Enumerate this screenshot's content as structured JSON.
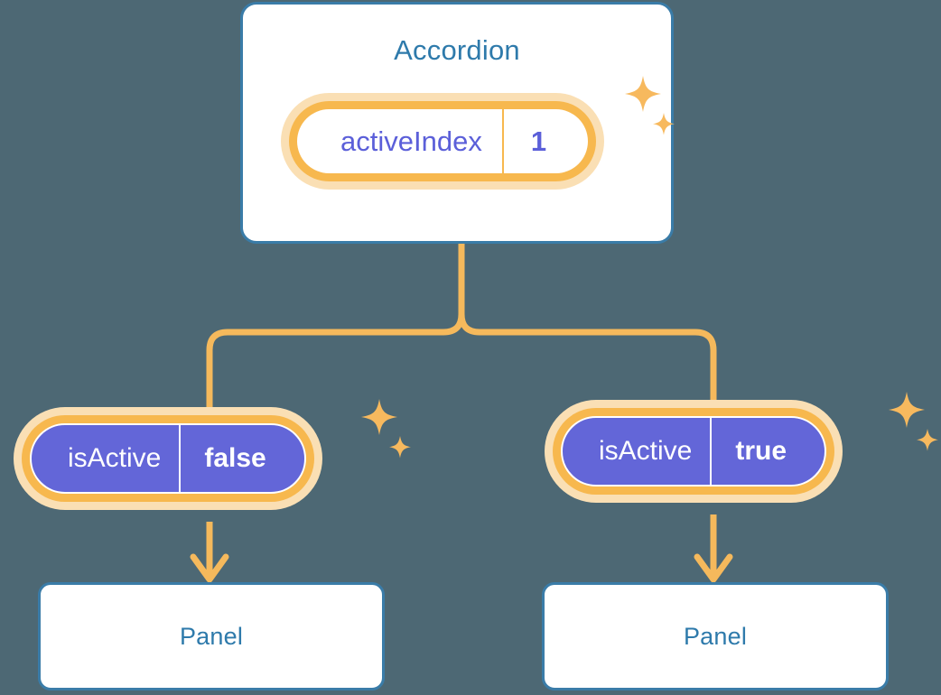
{
  "theme": {
    "background": "#4d6874",
    "card_border": "#3a7ca8",
    "card_text": "#2e7aab",
    "card_fill": "#ffffff",
    "pill_ring": "#f7b84e",
    "pill_glow": "#fadfb4",
    "pill_solid_fill": "#6366d8",
    "pill_light_text": "#5b5fd9",
    "pill_solid_text": "#ffffff",
    "connector": "#f5b95c",
    "sparkle": "#f7b95e"
  },
  "tree": {
    "root": {
      "title": "Accordion",
      "state": {
        "key": "activeIndex",
        "value": "1"
      }
    },
    "children": [
      {
        "state": {
          "key": "isActive",
          "value": "false"
        },
        "leaf": {
          "title": "Panel"
        }
      },
      {
        "state": {
          "key": "isActive",
          "value": "true"
        },
        "leaf": {
          "title": "Panel"
        }
      }
    ]
  }
}
